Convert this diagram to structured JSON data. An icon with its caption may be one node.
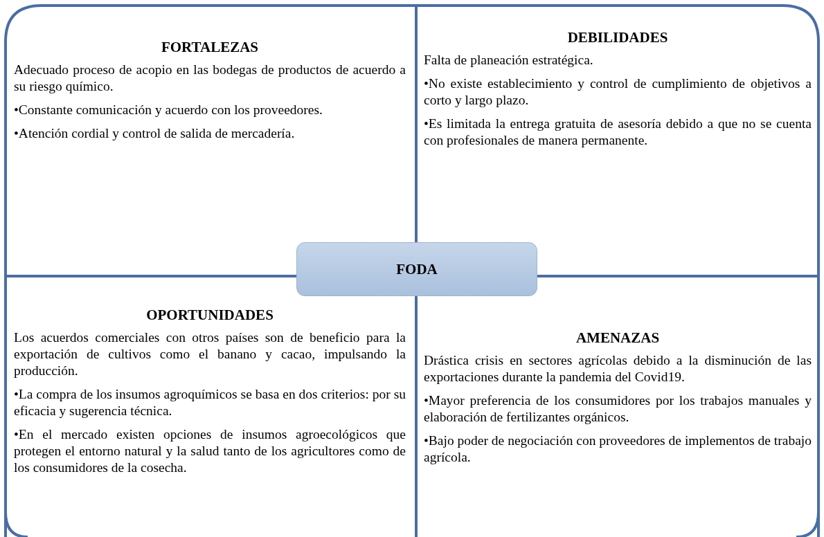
{
  "diagram": {
    "nodes": [
      {
        "text": [
          "FORTALEZAS",
          "Adecuado proceso de acopio en las bodegas de productos de acuerdo a su riesgo químico.",
          "•Constante comunicación y acuerdo con los proveedores.",
          "•Atención cordial y control de salida de mercadería."
        ]
      },
      {
        "text": [
          "DEBILIDADES",
          "Falta de planeación estratégica.",
          "•No existe establecimiento y control de cumplimiento de objetivos a corto y largo plazo.",
          "•Es limitada la entrega gratuita de asesoría debido a que no se cuenta con profesionales de manera permanente."
        ]
      },
      {
        "text": [
          "FODA"
        ]
      },
      {
        "text": [
          "OPORTUNIDADES",
          "Los acuerdos comerciales con otros países son de beneficio para la exportación de cultivos como el banano y cacao, impulsando la producción.",
          "•La compra de los insumos agroquímicos se basa en dos criterios: por su eficacia y sugerencia técnica.",
          "•En el mercado existen opciones de insumos agroecológicos que protegen el entorno natural y la salud tanto de los agricultores como de los consumidores de la cosecha."
        ]
      },
      {
        "text": [
          "AMENAZAS",
          "Drástica crisis en sectores agrícolas debido a la disminución de las exportaciones durante la pandemia del Covid19.",
          "•Mayor preferencia de los consumidores por los trabajos manuales y elaboración de fertilizantes orgánicos.",
          "•Bajo poder de negociación con proveedores de implementos de trabajo agrícola."
        ]
      }
    ],
    "edges": []
  }
}
